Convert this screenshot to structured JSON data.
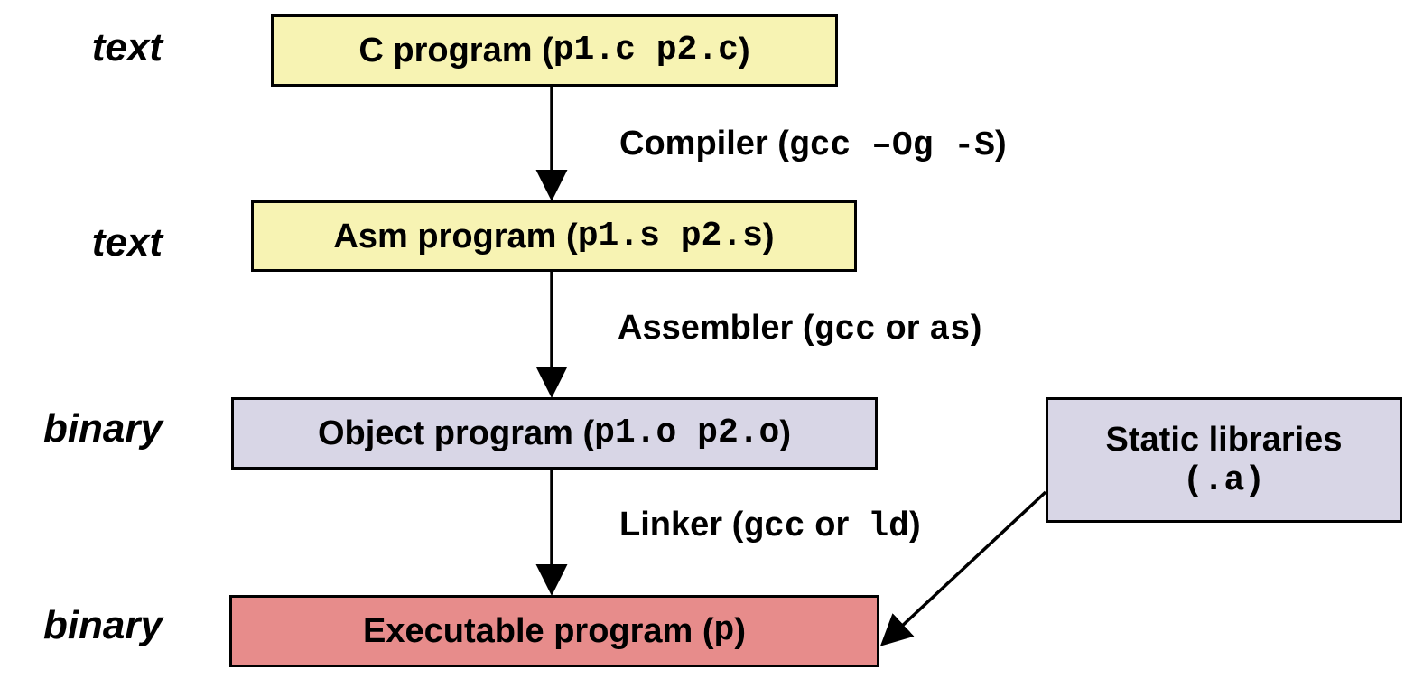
{
  "side_labels": {
    "c_program": "text",
    "asm_program": "text",
    "object_program": "binary",
    "executable_program": "binary"
  },
  "boxes": {
    "c_program": {
      "label": "C program (",
      "code": "p1.c p2.c",
      "close": ")"
    },
    "asm_program": {
      "label": "Asm program (",
      "code": "p1.s p2.s",
      "close": ")"
    },
    "object_program": {
      "label": "Object program (",
      "code": "p1.o p2.o",
      "close": ")"
    },
    "executable_program": {
      "label": "Executable program (",
      "code": "p",
      "close": ")"
    },
    "static_libraries": {
      "line1": "Static libraries",
      "code": "(.a)"
    }
  },
  "tools": {
    "compiler": {
      "label": "Compiler (",
      "code": "gcc –Og -S",
      "close": ")"
    },
    "assembler": {
      "label": "Assembler (",
      "code1": "gcc",
      "mid": " or ",
      "code2": "as",
      "close": ")"
    },
    "linker": {
      "label": "Linker (",
      "code1": "gcc",
      "mid": " or  ",
      "code2": "ld",
      "close": ")"
    }
  },
  "colors": {
    "text_stage": "#f7f3b3",
    "binary_stage": "#d8d6e6",
    "executable_stage": "#e78c8b",
    "outline": "#000000"
  }
}
